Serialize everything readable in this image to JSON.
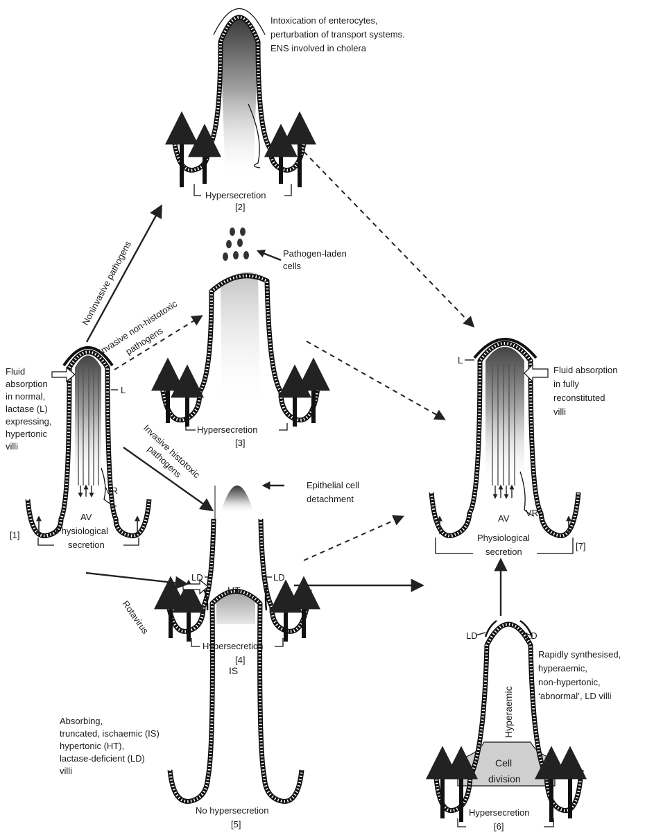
{
  "panels": {
    "p1": {
      "number": "[1]",
      "description": [
        "Fluid",
        "absorption",
        "in normal,",
        "lactase (L)",
        "expressing,",
        "hypertonic",
        "villi"
      ],
      "lactase_label": "L",
      "av_label": "AV",
      "vr_label": "VR",
      "secretion_line1": "Physiological",
      "secretion_line2": "secretion"
    },
    "p2": {
      "number": "[2]",
      "description": [
        "Intoxication of enterocytes,",
        "perturbation of transport systems.",
        "ENS involved in cholera"
      ],
      "secretion": "Hypersecretion"
    },
    "p3": {
      "number": "[3]",
      "note": [
        "Pathogen-laden",
        "cells"
      ],
      "secretion": "Hypersecretion"
    },
    "p4": {
      "number": "[4]",
      "note": [
        "Epithelial cell",
        "detachment"
      ],
      "secretion": "Hypersecretion"
    },
    "p5": {
      "number": "[5]",
      "description": [
        "Absorbing,",
        "truncated, ischaemic (IS)",
        "hypertonic (HT),",
        "lactase-deficient (LD)",
        "villi"
      ],
      "ht_label": "HT",
      "is_label": "IS",
      "ld_left": "LD",
      "ld_right": "LD",
      "secretion": "No hypersecretion"
    },
    "p6": {
      "number": "[6]",
      "description": [
        "Rapidly synthesised,",
        "hyperaemic,",
        "non-hypertonic,",
        "‘abnormal’, LD villi"
      ],
      "ld_left": "LD",
      "ld_right": "LD",
      "core_label": "Hyperaemic",
      "division_line1": "Cell",
      "division_line2": "division",
      "secretion": "Hypersecretion"
    },
    "p7": {
      "number": "[7]",
      "description": [
        "Fluid absorption",
        "in fully",
        "reconstituted",
        "villi"
      ],
      "lactase_label": "L",
      "av_label": "AV",
      "vr_label": "VR",
      "secretion_line1": "Physiological",
      "secretion_line2": "secretion"
    }
  },
  "pathways": {
    "noninvasive": "Noninvasive pathogens",
    "invasive_non_histotoxic_1": "Invasive non-histotoxic",
    "invasive_non_histotoxic_2": "pathogens",
    "invasive_histotoxic_1": "Invasive histotoxic",
    "invasive_histotoxic_2": "pathogens",
    "rotavirus": "Rotavirus"
  }
}
